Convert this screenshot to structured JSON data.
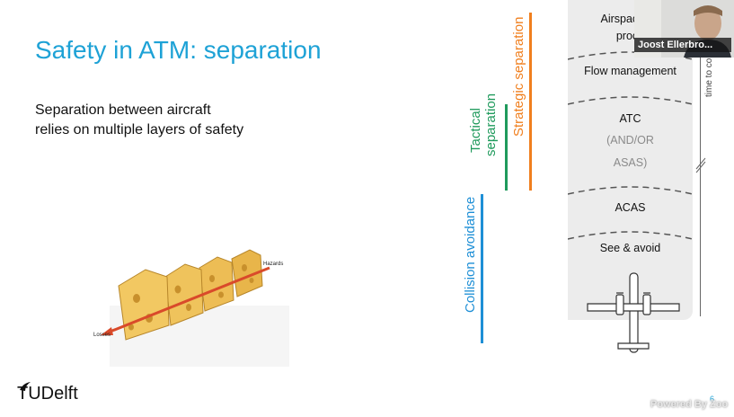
{
  "slide": {
    "title": "Safety in ATM: separation",
    "body_line1": "Separation between aircraft",
    "body_line2": "relies on multiple layers of safety",
    "page_number": "6"
  },
  "cheese_diagram": {
    "hazards_label": "Hazards",
    "losses_label": "Losses"
  },
  "labels": {
    "strategic": "Strategic separation",
    "tactical_line1": "Tactical",
    "tactical_line2": "separation",
    "collision": "Collision avoidance"
  },
  "layers": {
    "airspace": "Airspace str",
    "airspace_cont": "proce",
    "flow": "Flow management",
    "atc": "ATC",
    "atc_sub1": "(AND/OR",
    "atc_sub2": "ASAS)",
    "acas": "ACAS",
    "see_avoid": "See & avoid"
  },
  "axis": {
    "time_label": "time to co"
  },
  "webcam": {
    "name": "Joost Ellerbro..."
  },
  "watermark": "Powered By Zoo",
  "logo": {
    "text": "TUDelft"
  },
  "colors": {
    "title": "#1ea2d6",
    "strategic": "#f07f1e",
    "tactical": "#1f9a5c",
    "collision": "#1e8fd6",
    "panel": "#ececec"
  }
}
